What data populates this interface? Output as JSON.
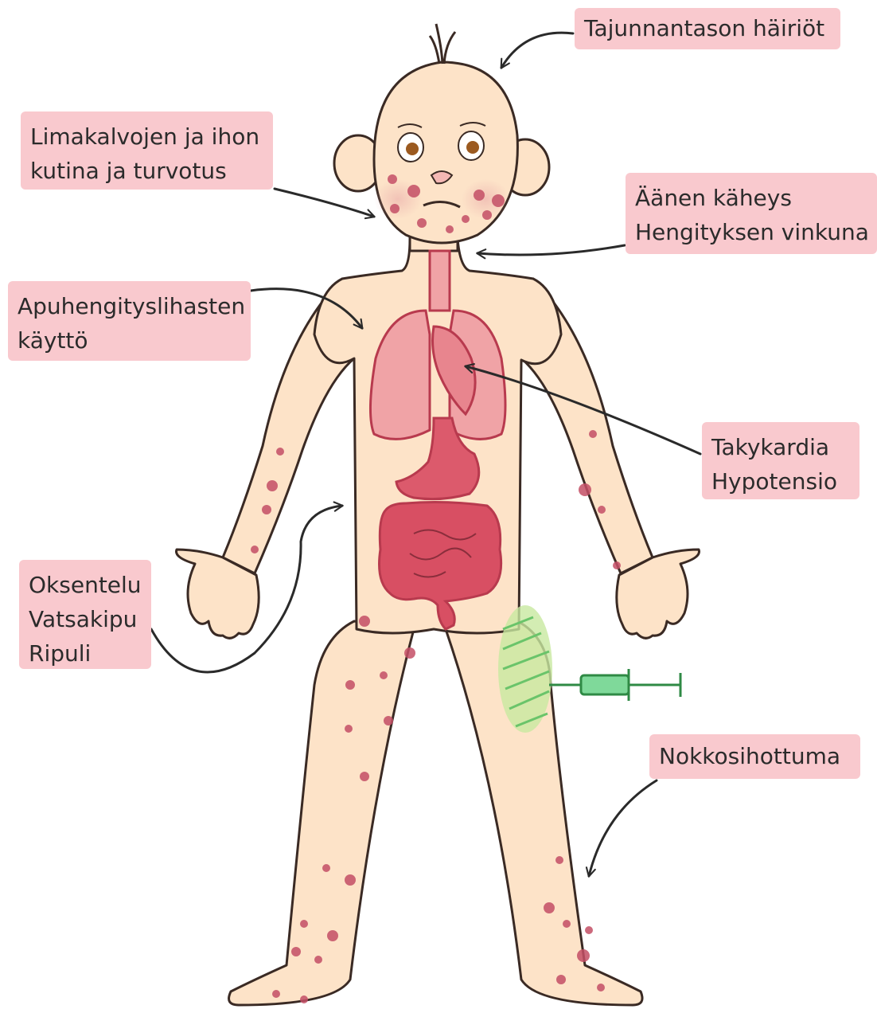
{
  "labels": {
    "consciousness": [
      "Tajunnantason häiriöt"
    ],
    "itching": [
      "Limakalvojen ja ihon",
      "kutina ja turvotus"
    ],
    "voice": [
      "Äänen käheys",
      "Hengityksen vinkuna"
    ],
    "accessory": [
      "Apuhengityslihasten",
      "käyttö"
    ],
    "cardio": [
      "Takykardia",
      "Hypotensio"
    ],
    "gi": [
      "Oksentelu",
      "Vatsakipu",
      "Ripuli"
    ],
    "urticaria": [
      "Nokkosihottuma"
    ]
  },
  "colors": {
    "label_bg": "#f9c9ce",
    "skin": "#fde3c8",
    "outline": "#3a2a24",
    "lungs": "#f0a3a6",
    "heart": "#e8858e",
    "stomach": "#dc5a6c",
    "intestine": "#d84f63",
    "spots": "#c44f66",
    "syringe": "#7fd99a",
    "syringe_outline": "#2f8a45",
    "injection_area": "#c8e8a0"
  },
  "icons": [
    "syringe-icon",
    "lungs-icon",
    "heart-icon",
    "stomach-icon",
    "intestine-icon"
  ]
}
